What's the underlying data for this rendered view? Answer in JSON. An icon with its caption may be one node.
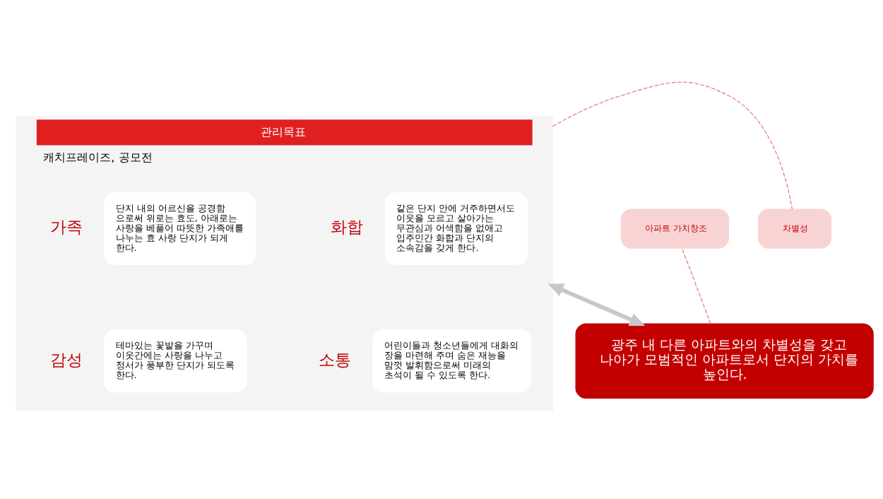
{
  "diagram": {
    "nodes": [
      {
        "text": [
          "관리목표",
          "캐치프레이즈, 공모전"
        ]
      },
      {
        "text": [
          "화합",
          "같은 단지 안에 거주하면서도 이웃을 모르고 살아가는 무관심과 어색함을 없애고 입주민간 화합과 단지의 소속감을 갖게 한다."
        ],
        "in": 0
      },
      {
        "text": [
          "가족",
          "단지 내의 어르신을 공경함 으로써 위로는 효도, 아래로는 사랑을 베풀어 따뜻한 가족애를 나누는 효 사랑 단지가 되게 한다."
        ],
        "in": 0
      },
      {
        "text": [
          "소통",
          "어린이들과 청소년들에게 대화의 장을 마련해 주며 숨은 재능을 맘껏 발휘함으로써 미래의 초석이 될 수 있도록 한다."
        ],
        "in": 0
      },
      {
        "text": [
          "감성",
          "테마있는 꽃밭을 가꾸며 이웃간에는 사랑을 나누고 정서가 풍부한 단지가 되도록 한다."
        ],
        "in": 0
      },
      {
        "text": [
          "광주 내 다른 아파트와의 차별성을 갖고 나아가 모범적인 아파트로서 단지의 가치를 높인다."
        ]
      },
      {
        "text": [
          "차별성"
        ]
      },
      {
        "text": [
          "아파트 가치창조"
        ]
      }
    ],
    "edges": [
      {
        "from": 0,
        "to": 5,
        "arrow": "both",
        "style": "thick",
        "color": "#c8c8c8"
      },
      {
        "from": 0,
        "to": 6,
        "arrow": "none",
        "style": "dashed",
        "color": "#e57373"
      },
      {
        "from": 5,
        "to": 7,
        "arrow": "none",
        "style": "dashed",
        "color": "#e57373"
      }
    ]
  }
}
